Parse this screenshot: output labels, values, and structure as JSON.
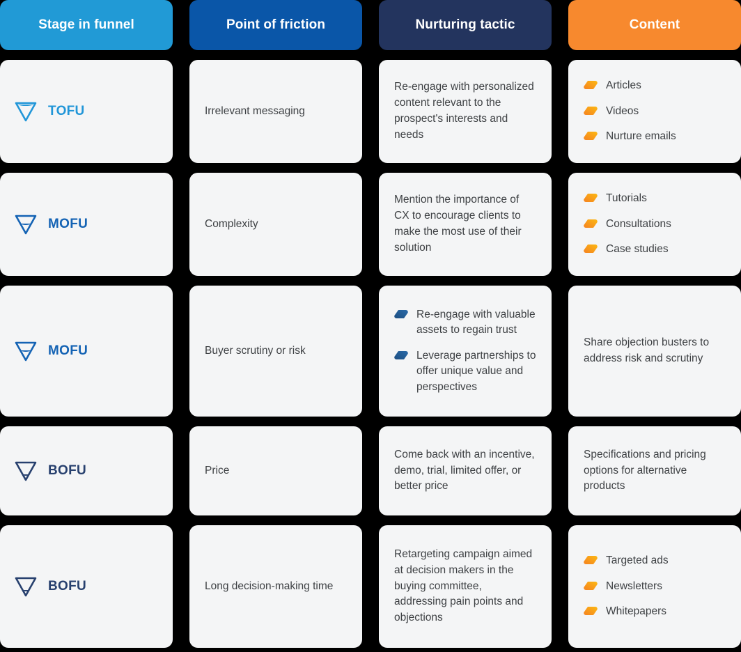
{
  "table": {
    "headers": [
      {
        "label": "Stage in funnel",
        "color": "#219ad6",
        "icon": "none"
      },
      {
        "label": "Point of friction",
        "color": "#0a56a8",
        "icon": "none"
      },
      {
        "label": "Nurturing tactic",
        "color": "#23345e",
        "icon": "none"
      },
      {
        "label": "Content",
        "color": "#f7892e",
        "icon": "none"
      }
    ],
    "rows": [
      {
        "stage": {
          "label": "TOFU",
          "color": "#2196d8",
          "icon": "funnel-top-icon"
        },
        "friction": "Irrelevant messaging",
        "tactic": {
          "type": "text",
          "text": "Re-engage with personalized content relevant to the prospect's interests and needs"
        },
        "content": {
          "type": "list",
          "bullet_icon": "orange-parallelogram-bullet-icon",
          "bullet_color": "#f7941d",
          "items": [
            "Articles",
            "Videos",
            "Nurture emails"
          ]
        }
      },
      {
        "stage": {
          "label": "MOFU",
          "color": "#1463b4",
          "icon": "funnel-middle-icon"
        },
        "friction": "Complexity",
        "tactic": {
          "type": "text",
          "text": "Mention the importance of CX to encourage clients to make the most use of their solution"
        },
        "content": {
          "type": "list",
          "bullet_icon": "orange-parallelogram-bullet-icon",
          "bullet_color": "#f7941d",
          "items": [
            "Tutorials",
            "Consultations",
            "Case studies"
          ]
        }
      },
      {
        "stage": {
          "label": "MOFU",
          "color": "#1463b4",
          "icon": "funnel-middle-icon"
        },
        "friction": "Buyer scrutiny or risk",
        "tactic": {
          "type": "list",
          "bullet_icon": "blue-parallelogram-bullet-icon",
          "bullet_color": "#205a96",
          "items": [
            "Re-engage with valuable assets to regain trust",
            "Leverage  partnerships to offer unique value and perspectives"
          ]
        },
        "content": {
          "type": "text",
          "text": "Share objection busters to address risk and scrutiny"
        }
      },
      {
        "stage": {
          "label": "BOFU",
          "color": "#27406e",
          "icon": "funnel-bottom-icon"
        },
        "friction": "Price",
        "tactic": {
          "type": "text",
          "text": "Come back with an incentive, demo, trial, limited offer, or better price"
        },
        "content": {
          "type": "text",
          "text": "Specifications and pricing options for alternative products"
        }
      },
      {
        "stage": {
          "label": "BOFU",
          "color": "#27406e",
          "icon": "funnel-bottom-icon"
        },
        "friction": "Long decision-making time",
        "tactic": {
          "type": "text",
          "text": "Retargeting campaign aimed at decision makers in the buying committee, addressing pain points and objections"
        },
        "content": {
          "type": "list",
          "bullet_icon": "orange-parallelogram-bullet-icon",
          "bullet_color": "#f7941d",
          "items": [
            "Targeted ads",
            "Newsletters",
            "Whitepapers"
          ]
        }
      }
    ]
  },
  "theme": {
    "background": "#000000",
    "cell_background": "#f4f5f6",
    "text_color": "#3e4144"
  }
}
